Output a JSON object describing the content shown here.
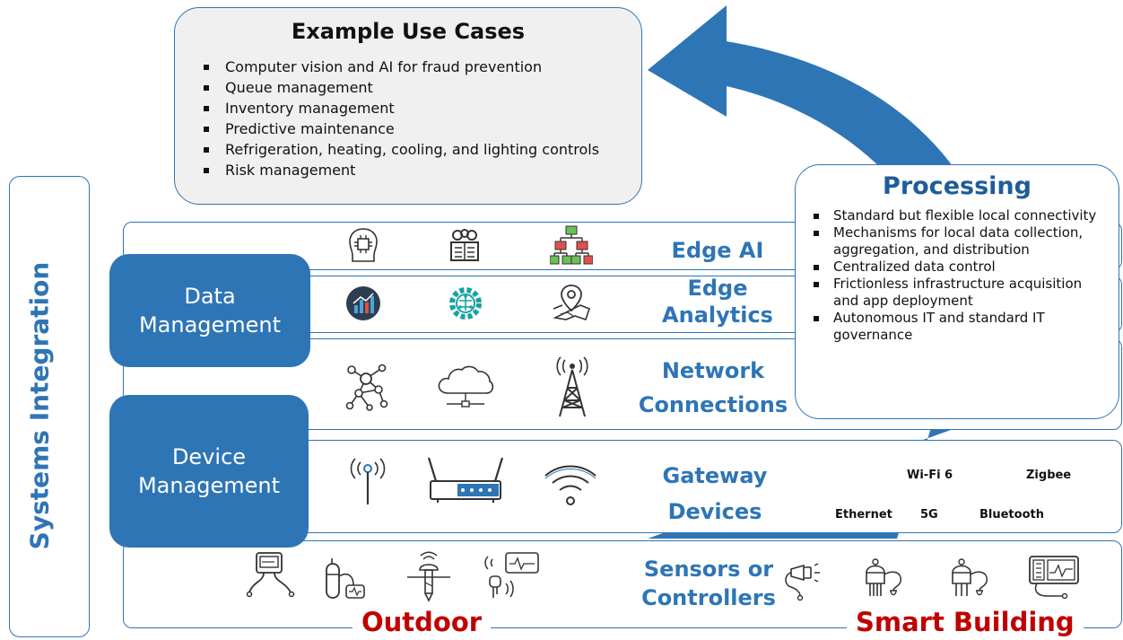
{
  "use_cases": {
    "title": "Example Use Cases",
    "items": [
      "Computer vision and AI for fraud prevention",
      "Queue management",
      "Inventory management",
      "Predictive maintenance",
      "Refrigeration, heating, cooling, and lighting  controls",
      "Risk management"
    ]
  },
  "processing": {
    "title": "Processing",
    "items": [
      "Standard but flexible local connectivity",
      "Mechanisms for local data collection, aggregation, and distribution",
      "Centralized data control",
      "Frictionless infrastructure acquisition and app deployment",
      "Autonomous IT and standard IT governance"
    ]
  },
  "systems_integration": "Systems Integration",
  "management": {
    "data": [
      "Data",
      "Management"
    ],
    "device": [
      "Device",
      "Management"
    ]
  },
  "layers": {
    "edge_ai": "Edge AI",
    "edge_analytics": [
      "Edge",
      "Analytics"
    ],
    "network": [
      "Network",
      "Connections"
    ],
    "gateway": [
      "Gateway",
      "Devices"
    ],
    "sensors": [
      "Sensors or",
      "Controllers"
    ]
  },
  "protocols": {
    "wifi6": "Wi-Fi 6",
    "zigbee": "Zigbee",
    "ethernet": "Ethernet",
    "fiveg": "5G",
    "bluetooth": "Bluetooth"
  },
  "bottom": {
    "outdoor": "Outdoor",
    "smart_building": "Smart Building"
  },
  "colors": {
    "primary_blue": "#2e75b6",
    "dark_blue": "#1f5d99",
    "red": "#c00000",
    "gray_box": "#f0f0f0"
  }
}
